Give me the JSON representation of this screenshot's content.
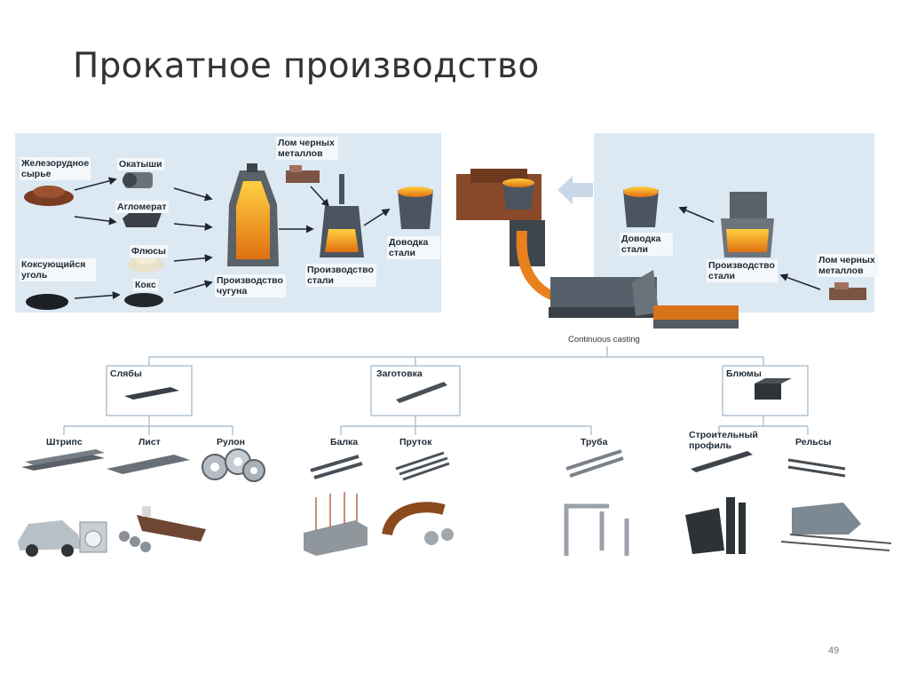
{
  "title": "Прокатное производство",
  "page_number": "49",
  "left_panel": {
    "iron_ore": "Железорудное сырье",
    "pellets": "Окатыши",
    "agglomerate": "Агломерат",
    "fluxes": "Флюсы",
    "coking_coal": "Коксующийся уголь",
    "coke": "Кокс",
    "iron_production": "Производство чугуна",
    "scrap": "Лом черных металлов",
    "steel_production": "Производство стали",
    "steel_refining": "Доводка стали"
  },
  "right_panel": {
    "steel_refining": "Доводка стали",
    "steel_production": "Производство стали",
    "scrap": "Лом черных металлов"
  },
  "casting_label": "Continuous casting",
  "products": {
    "slabs": "Слябы",
    "billet": "Заготовка",
    "blooms": "Блюмы",
    "strips": "Штрипс",
    "sheet": "Лист",
    "coil": "Рулон",
    "beam": "Балка",
    "bar": "Пруток",
    "pipe": "Труба",
    "structural": "Строительный профиль",
    "rails": "Рельсы"
  },
  "colors": {
    "panel": "#dce8f2",
    "molten": "#f0a020",
    "ladle": "#4a5560",
    "tree_line": "#9fb3c6"
  }
}
